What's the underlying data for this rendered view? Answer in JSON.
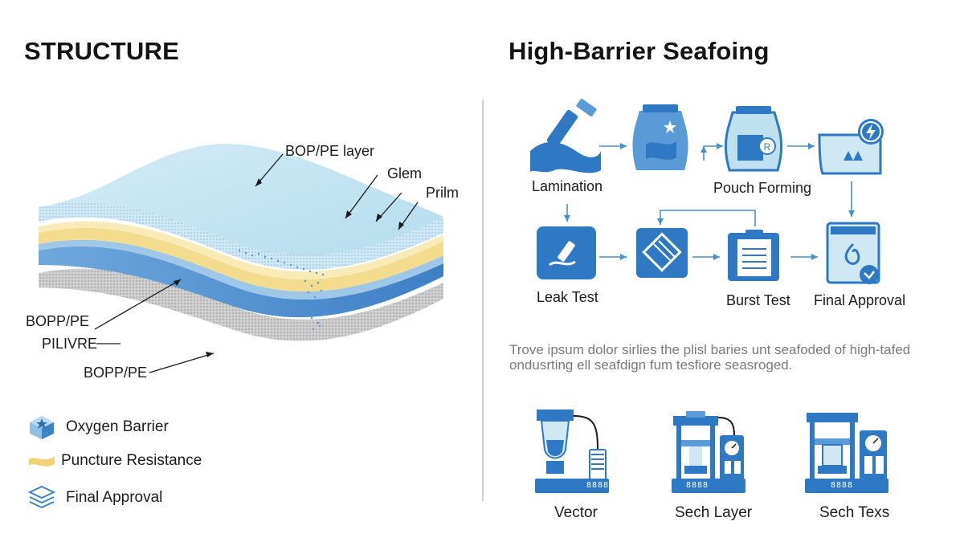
{
  "left_panel": {
    "title": "STRUCTURE",
    "layer_labels": {
      "top": "BOP/PE layer",
      "film_a": "Glem",
      "film_b": "Prilm",
      "mid_1": "BOPP/PE",
      "mid_2": "PILIVRE",
      "bottom": "BOPP/PE"
    },
    "legend": [
      {
        "label": "Oxygen Barrier",
        "icon": "star-cube-icon"
      },
      {
        "label": "Puncture Resistance",
        "icon": "yellow-wave-icon"
      },
      {
        "label": "Final Approval",
        "icon": "stacked-layers-icon"
      }
    ]
  },
  "right_panel": {
    "title": "High-Barrier Seafoing",
    "process_steps": [
      {
        "label": "Lamination",
        "icon": "lamination-icon"
      },
      {
        "label": "",
        "icon": "pouch-icon"
      },
      {
        "label": "Pouch Forming",
        "icon": "pouch-forming-icon"
      },
      {
        "label": "",
        "icon": "sealed-bag-icon"
      },
      {
        "label": "Leak Test",
        "icon": "leak-test-icon"
      },
      {
        "label": "",
        "icon": "crimp-icon"
      },
      {
        "label": "Burst Test",
        "icon": "clipboard-icon"
      },
      {
        "label": "Final Approval",
        "icon": "approval-bag-icon"
      }
    ],
    "description_lines": [
      "Trove ipsum dolor sirlies the plisl baries unt seafoded of high-tafed",
      "ondusrting ell seafdign fum tesfiore seasroged."
    ],
    "equipment": [
      {
        "label": "Vector",
        "icon": "vacuum-tester-icon",
        "display": "8888"
      },
      {
        "label": "Sech Layer",
        "icon": "press-tester-icon",
        "display": "8888"
      },
      {
        "label": "Sech Texs",
        "icon": "burst-tester-icon",
        "display": "8888"
      }
    ]
  },
  "colors": {
    "primary_blue": "#2f78c4",
    "light_blue": "#bfe0ef",
    "yellow": "#f2d98a",
    "grey": "#d9d9d9"
  }
}
